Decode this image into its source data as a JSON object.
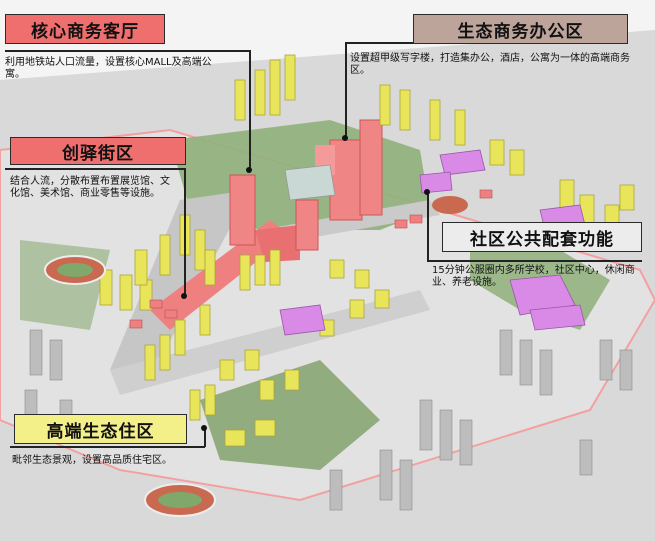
{
  "callouts": {
    "core": {
      "title": "核心商务客厅",
      "desc": "利用地铁站人口流量，设置核心MALL及高端公寓。",
      "bg": "#ef6f6f"
    },
    "eco_office": {
      "title": "生态商务办公区",
      "desc": "设置超甲级写字楼，打造集办公，酒店，公寓为一体的高端商务区。",
      "bg": "#bca49a"
    },
    "street": {
      "title": "创驿街区",
      "desc": "结合人流，分散布置布置展览馆、文化馆、美术馆、商业零售等设施。",
      "bg": "#ef6f6f"
    },
    "community": {
      "title": "社区公共配套功能",
      "desc": "15分钟公服圈内多所学校，社区中心，休闲商业、养老设施。",
      "bg": "#ececec"
    },
    "residential": {
      "title": "高端生态住区",
      "desc": "毗邻生态景观，设置高品质住宅区。",
      "bg": "#f3f08a"
    }
  },
  "colors": {
    "commercial": "#ef7b7b",
    "office": "#f08a8a",
    "residential": "#e9e55a",
    "public": "#d88ae6",
    "green": "#7fa86a",
    "ground": "#dcdcdc"
  }
}
